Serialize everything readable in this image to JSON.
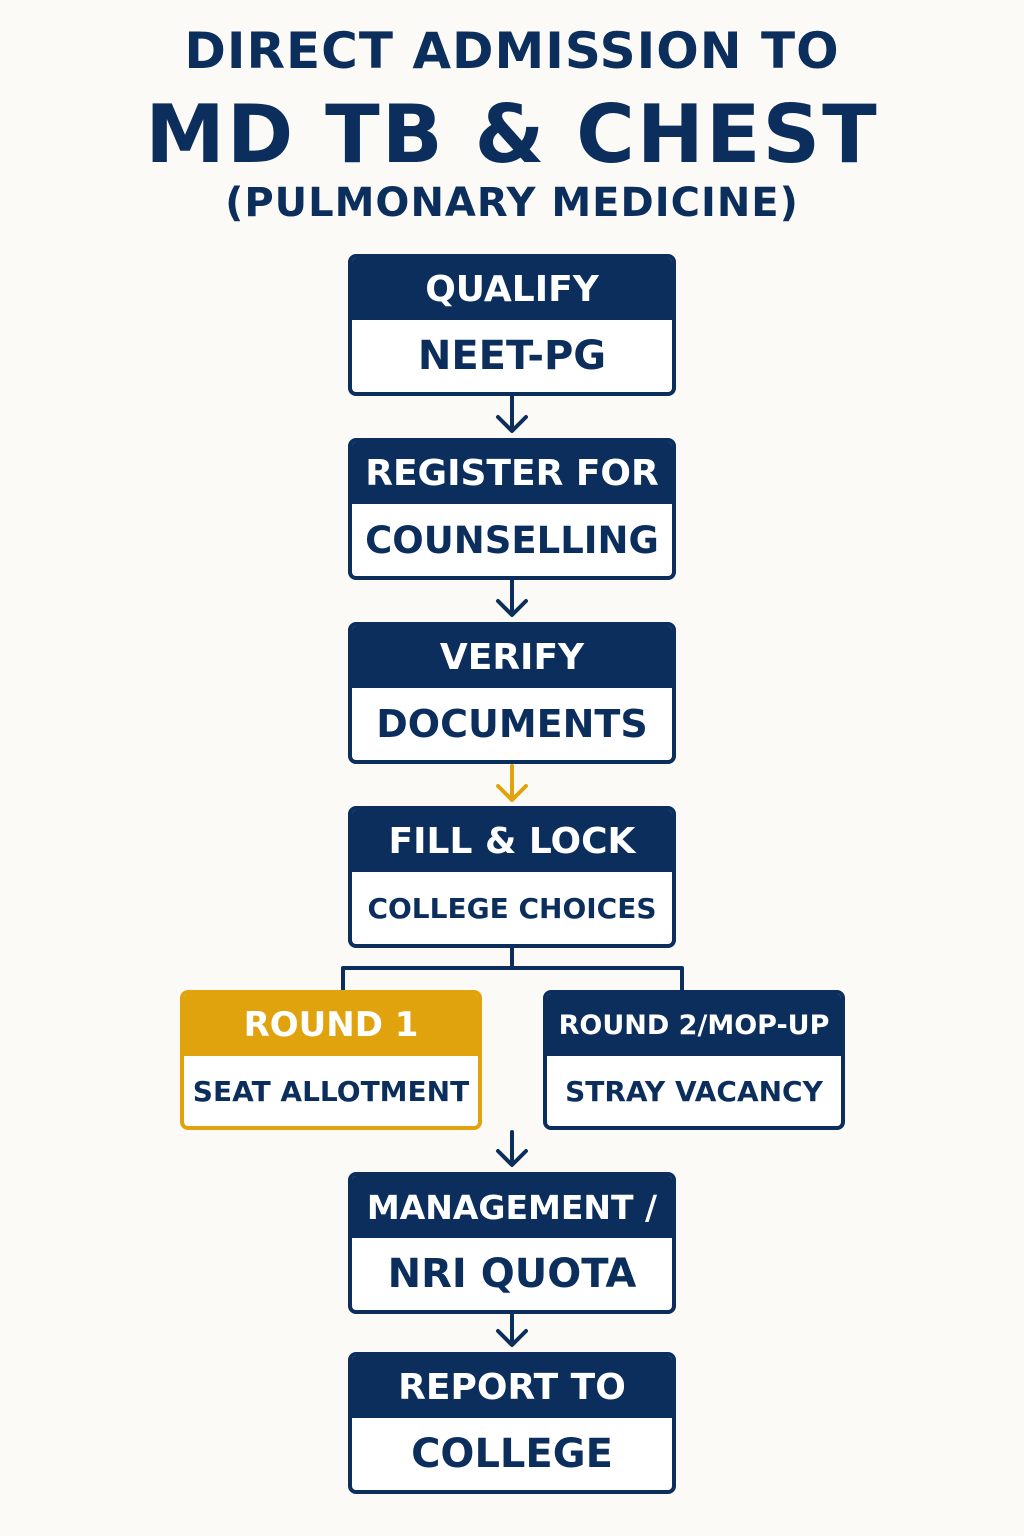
{
  "title": {
    "line1": "DIRECT ADMISSION TO",
    "line2": "MD TB & CHEST",
    "line3": "(PULMONARY MEDICINE)"
  },
  "steps": [
    {
      "head": "QUALIFY",
      "body": "NEET-PG"
    },
    {
      "head": "REGISTER FOR",
      "body": "COUNSELLING"
    },
    {
      "head": "VERIFY",
      "body": "DOCUMENTS"
    },
    {
      "head": "FILL & LOCK",
      "body": "COLLEGE CHOICES"
    },
    {
      "head": "MANAGEMENT /",
      "body": "NRI QUOTA"
    },
    {
      "head": "REPORT TO",
      "body": "COLLEGE"
    }
  ],
  "rounds": [
    {
      "head": "ROUND 1",
      "body": "SEAT ALLOTMENT"
    },
    {
      "head": "ROUND 2/MOP-UP",
      "body": "STRAY VACANCY"
    }
  ],
  "colors": {
    "navy": "#0b2e5c",
    "gold": "#e0a30e",
    "background": "#fbfaf6"
  }
}
